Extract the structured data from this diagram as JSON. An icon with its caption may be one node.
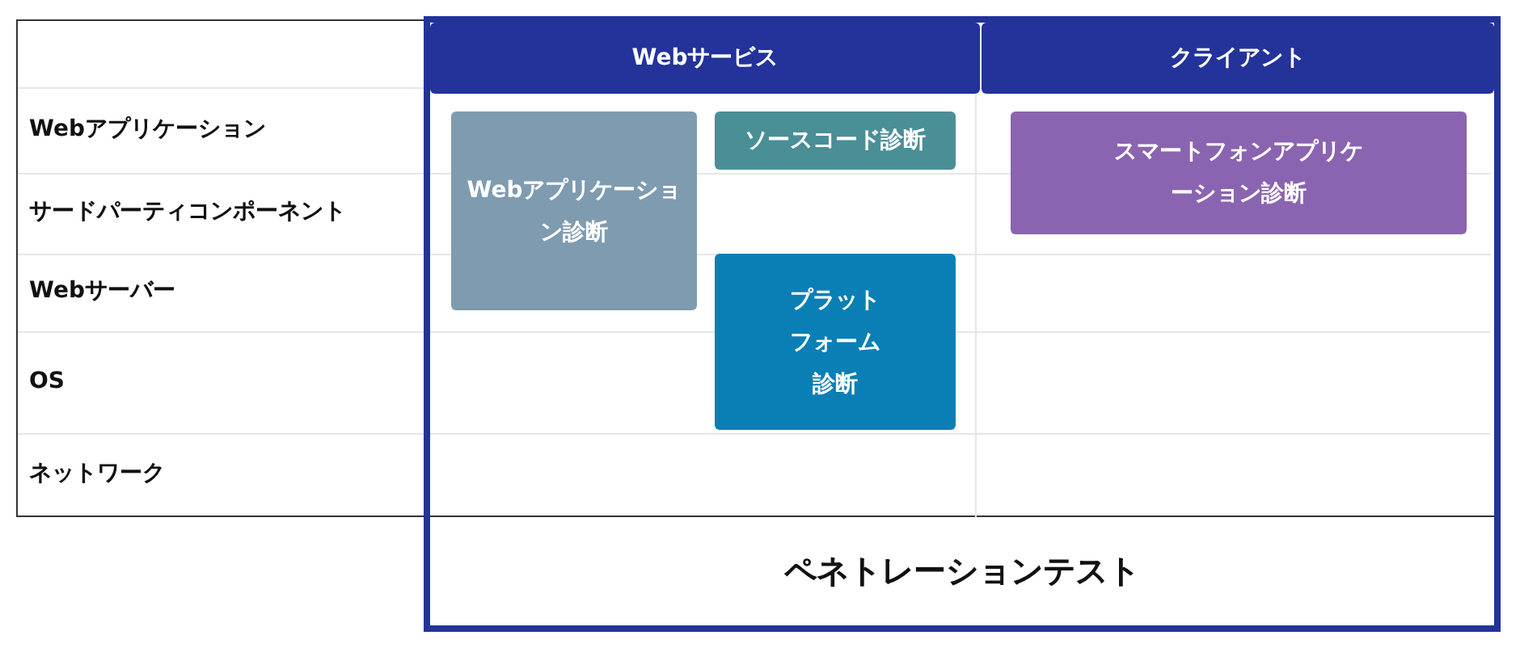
{
  "diagram": {
    "nodes": [
      {
        "text": [
          "ペネトレーションテスト"
        ]
      },
      {
        "text": [
          "Webサービス"
        ],
        "in": 0
      },
      {
        "text": [
          "クライアント"
        ],
        "in": 0
      },
      {
        "text": [
          "Webアプリケーション診断"
        ],
        "in": 0
      },
      {
        "text": [
          "ソースコード診断"
        ],
        "in": 0
      },
      {
        "text": [
          "プラットフォーム診断"
        ],
        "in": 0
      },
      {
        "text": [
          "スマートフォンアプリケーション診断"
        ],
        "in": 0
      }
    ],
    "edges": [],
    "labels": [
      "Webアプリケーション",
      "サードパーティコンポーネント",
      "Webサーバー",
      "OS",
      "ネットワーク"
    ]
  }
}
